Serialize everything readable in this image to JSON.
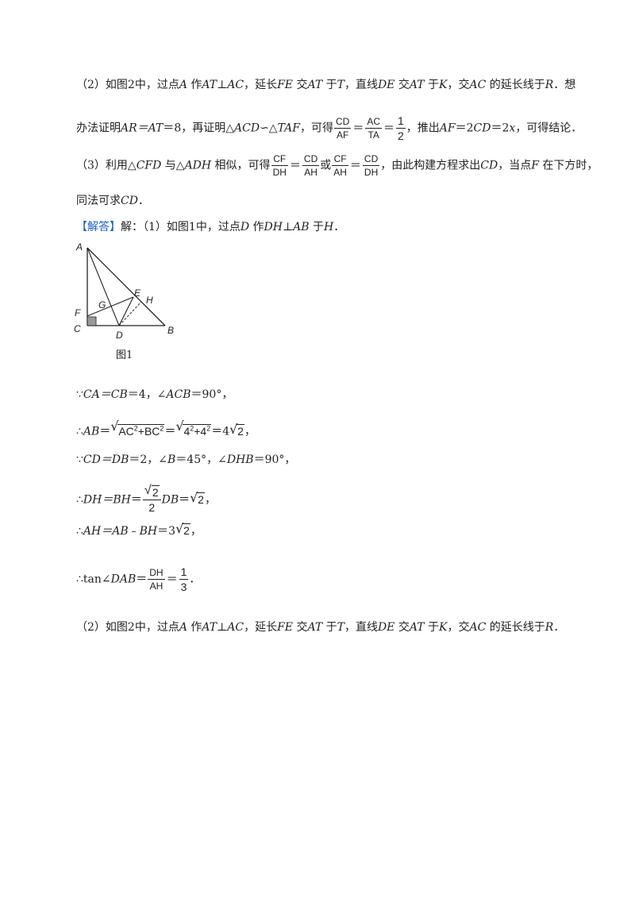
{
  "p2_line1": {
    "a": "（2）如图2中，过点",
    "A": "A",
    "b": " 作",
    "AT_perp_AC": "AT⊥AC",
    "c": "，延长",
    "FE": "FE",
    "d": " 交",
    "AT1": "AT",
    "e": " 于",
    "T": "T",
    "f": "，直线",
    "DE": "DE",
    "g": " 交",
    "AT2": "AT",
    "h": " 于",
    "K": "K",
    "i": "，交",
    "AC": "AC",
    "j": " 的延长线于",
    "R": "R",
    "k": "．想"
  },
  "p2_line2": {
    "a": "办法证明",
    "AR_AT": "AR＝AT",
    "b": "＝8，再证明△",
    "ACD": "ACD",
    "c": "∽△",
    "TAF": "TAF",
    "d": "，可得",
    "f1_num": "CD",
    "f1_den": "AF",
    "f2_num": "AC",
    "f2_den": "TA",
    "f3_num": "1",
    "f3_den": "2",
    "eq": "＝",
    "e": "，推出",
    "AF": "AF",
    "f": "＝2",
    "CD": "CD",
    "g": "＝2",
    "x": "x",
    "h": "，可得结论．"
  },
  "p3_line1": {
    "a": "（3）利用△",
    "CFD": "CFD",
    "b": " 与△",
    "ADH": "ADH",
    "c": " 相似，可得",
    "f1_num": "CF",
    "f1_den": "DH",
    "f2_num": "CD",
    "f2_den": "AH",
    "or": "或",
    "f3_num": "CF",
    "f3_den": "AH",
    "f4_num": "CD",
    "f4_den": "DH",
    "eq": "＝",
    "d": "，由此构建方程求出",
    "CD": "CD",
    "e": "，当点",
    "F": "F",
    "f": " 在下方时，"
  },
  "p3_line2": {
    "a": "同法可求",
    "CD": "CD",
    "b": "．"
  },
  "answer": {
    "tag": "【解答】",
    "a": "解：（1）如图1中，过点",
    "D": "D",
    "b": " 作",
    "DH_AB": "DH⊥AB",
    "c": " 于",
    "H": "H",
    "d": "．"
  },
  "figure": {
    "caption": "图1",
    "labels": {
      "A": "A",
      "F": "F",
      "C": "C",
      "G": "G",
      "D": "D",
      "E": "E",
      "H": "H",
      "B": "B"
    }
  },
  "s1": {
    "a": "∵",
    "CA_CB": "CA＝CB",
    "b": "＝4，∠",
    "ACB": "ACB",
    "c": "＝90°，"
  },
  "s2": {
    "a": "∴",
    "AB": "AB",
    "eq": "＝",
    "rad1": "AC",
    "sq1": "2",
    "plus1": "+BC",
    "sq2": "2",
    "rad2a": "4",
    "sq3": "2",
    "plus2": "+4",
    "sq4": "2",
    "coef": "4",
    "rad3": "2",
    "end": "，"
  },
  "s3": {
    "a": "∵",
    "CD_DB": "CD＝DB",
    "b": "＝2，∠",
    "B": "B",
    "c": "＝45°，∠",
    "DHB": "DHB",
    "d": "＝90°，"
  },
  "s4": {
    "a": "∴",
    "DH_BH": "DH＝BH",
    "eq": "＝",
    "num": "2",
    "den": "2",
    "DB": "DB",
    "eq2": "＝",
    "rad": "2",
    "end": "，"
  },
  "s5": {
    "a": "∴",
    "expr": "AH＝AB",
    "minus": "﹣",
    "BH": "BH",
    "eq": "＝3",
    "rad": "2",
    "end": "，"
  },
  "s6": {
    "a": "∴tan∠",
    "DAB": "DAB",
    "eq": "＝",
    "num": "DH",
    "den": "AH",
    "eq2": "＝",
    "num2": "1",
    "den2": "3",
    "end": "．"
  },
  "p_last": {
    "a": "（2）如图2中，过点",
    "A": "A",
    "b": " 作",
    "AT_perp_AC": "AT⊥AC",
    "c": "，延长",
    "FE": "FE",
    "d": " 交",
    "AT1": "AT",
    "e": " 于",
    "T": "T",
    "f": "，直线",
    "DE": "DE",
    "g": " 交",
    "AT2": "AT",
    "h": " 于",
    "K": "K",
    "i": "，交",
    "AC": "AC",
    "j": " 的延长线于",
    "R": "R",
    "k": "．"
  }
}
